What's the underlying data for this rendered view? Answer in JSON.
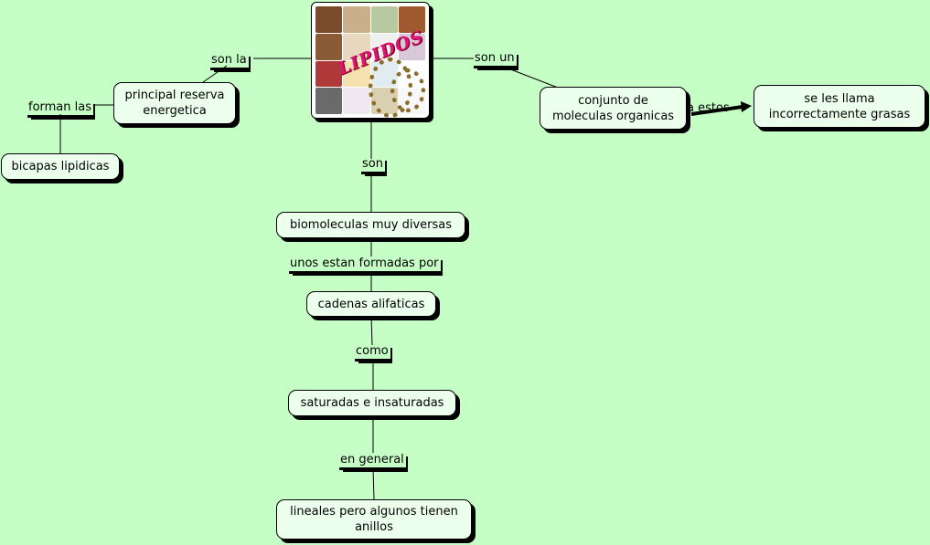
{
  "image": {
    "title": "LIPIDOS",
    "cells": [
      "#7a4a2a",
      "#c9b08a",
      "#b8c8a0",
      "#a05a30",
      "#8a5b34",
      "#e8d8c0",
      "#f0f0f0",
      "#d8c8d8",
      "#b03a3a",
      "#f5e0b0",
      "#e0ecf0",
      "#ffffff",
      "#6a6a6a",
      "#f0e8f0",
      "#d8d0b0",
      "#f8f8f8"
    ]
  },
  "nodes": {
    "principal": "principal reserva\nenergetica",
    "bicapas": "bicapas lipidicas",
    "conjunto": "conjunto de\nmoleculas organicas",
    "grasas": "se les llama\nincorrectamente  grasas",
    "biomoleculas": "biomoleculas muy diversas",
    "cadenas": "cadenas alifaticas",
    "saturadas": "saturadas e insaturadas",
    "lineales": "lineales pero algunos tienen\nanillos"
  },
  "links": {
    "son_la": "son la",
    "forman_las": "forman las",
    "son_un": "son un",
    "a_estos": "a estos",
    "son": "son",
    "unos": "unos estan formadas por",
    "como": "como",
    "en_general": "en general"
  }
}
